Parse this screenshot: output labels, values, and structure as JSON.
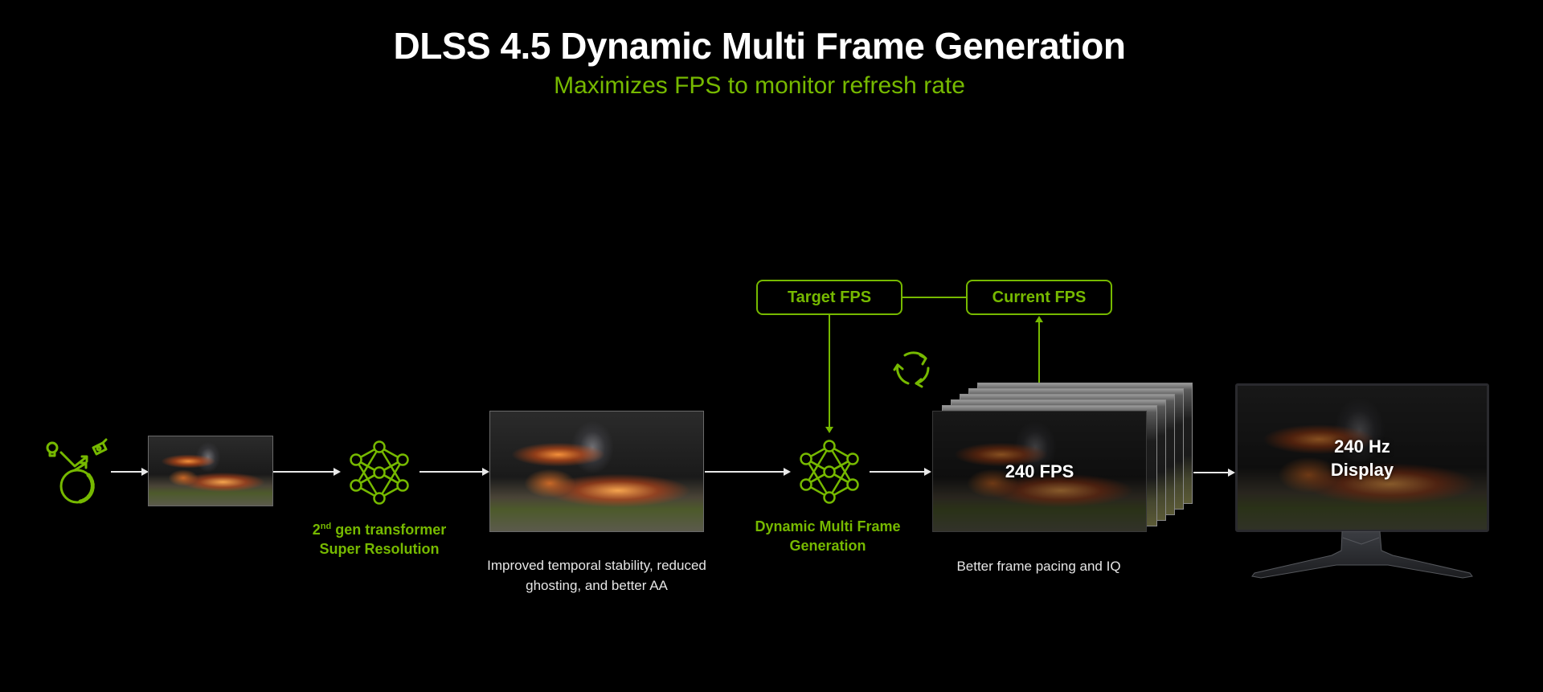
{
  "header": {
    "title": "DLSS 4.5 Dynamic Multi Frame Generation",
    "subtitle": "Maximizes FPS to monitor refresh rate"
  },
  "colors": {
    "accent": "#76b900",
    "background": "#000000",
    "text": "#ffffff"
  },
  "pipeline": {
    "render_icon": "ray-tracing-render-icon",
    "stage1": {
      "icon": "neural-network-icon",
      "label_sup_prefix": "2",
      "label_sup": "nd",
      "label_line1_rest": " gen transformer",
      "label_line2": "Super Resolution"
    },
    "upscaled_image": {
      "caption_line1": "Improved temporal stability, reduced",
      "caption_line2": "ghosting, and better AA"
    },
    "stage2": {
      "icon": "neural-network-icon",
      "label_line1": "Dynamic Multi Frame",
      "label_line2": "Generation"
    },
    "feedback": {
      "target_label": "Target FPS",
      "current_label": "Current FPS",
      "cycle_icon": "refresh-cycle-icon"
    },
    "frames": {
      "overlay": "240 FPS",
      "stack_count": 6,
      "caption": "Better frame pacing and IQ"
    },
    "display": {
      "overlay_line1": "240 Hz",
      "overlay_line2": "Display"
    }
  }
}
